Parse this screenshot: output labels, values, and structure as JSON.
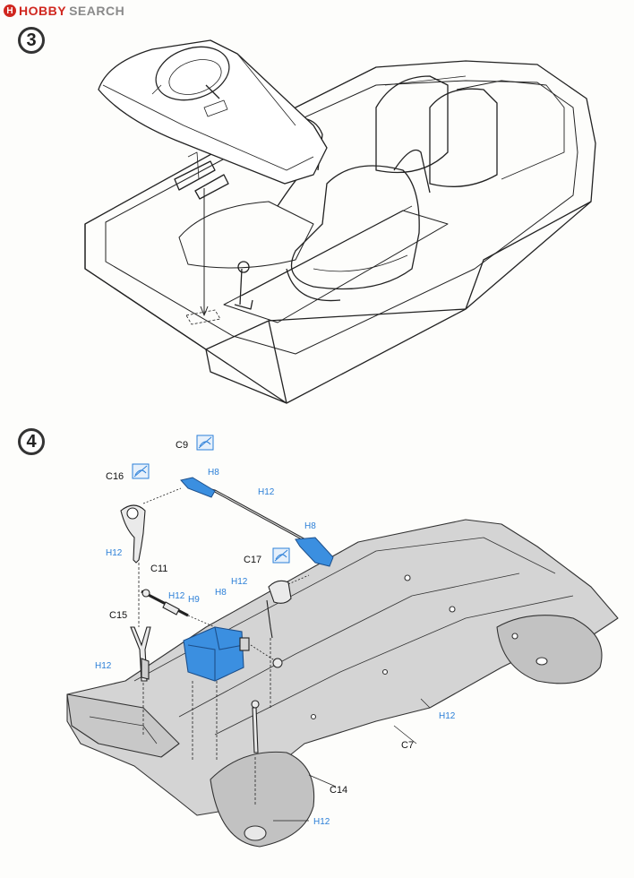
{
  "header": {
    "logo_brand": "HOBBY",
    "logo_search": "SEARCH"
  },
  "steps": [
    {
      "number": "3"
    },
    {
      "number": "4"
    }
  ],
  "part_labels": {
    "c9": "C9",
    "c16": "C16",
    "c17": "C17",
    "c11": "C11",
    "c15": "C15",
    "c7": "C7",
    "c14": "C14"
  },
  "paint_callouts": {
    "h8": "H8",
    "h12": "H12",
    "h9": "H9"
  },
  "colors": {
    "highlight_blue": "#3b8fe0",
    "paint_code_blue": "#2b7fd8",
    "line": "#222222",
    "chassis_gray": "#cfcfcf"
  },
  "icons": [
    "paint-brush-icon",
    "glue-prohibited-icon",
    "arrow-icon"
  ]
}
